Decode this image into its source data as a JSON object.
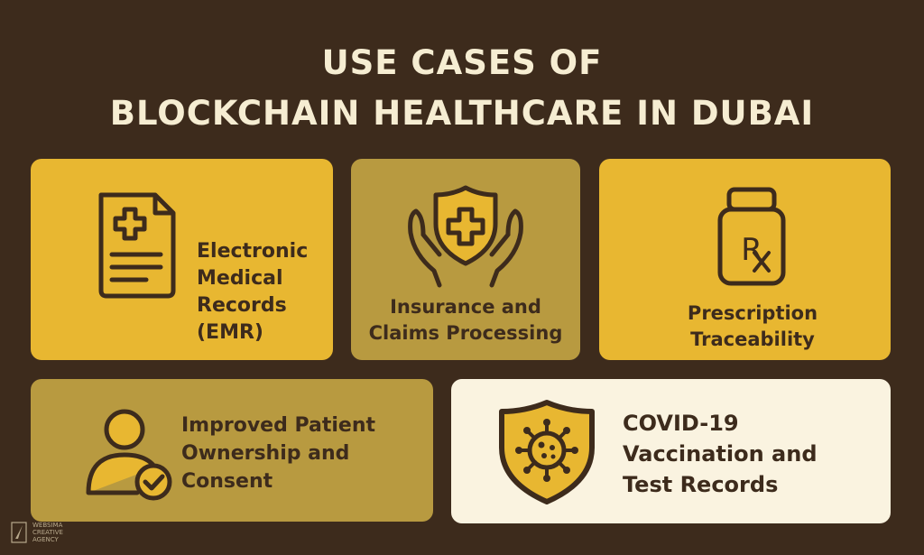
{
  "title": {
    "line1": "USE CASES OF",
    "line2": "BLOCKCHAIN HEALTHCARE IN DUBAI"
  },
  "cards": [
    {
      "lines": [
        "Electronic",
        "Medical",
        "Records",
        "(EMR)"
      ],
      "icon": "medical-record-icon"
    },
    {
      "lines": [
        "Insurance and",
        "Claims Processing"
      ],
      "icon": "shield-hands-icon"
    },
    {
      "lines": [
        "Prescription",
        "Traceability"
      ],
      "icon": "prescription-bottle-icon"
    },
    {
      "lines": [
        "Improved Patient",
        "Ownership and",
        "Consent"
      ],
      "icon": "patient-consent-icon"
    },
    {
      "lines": [
        "COVID-19",
        "Vaccination and",
        "Test Records"
      ],
      "icon": "virus-shield-icon"
    }
  ],
  "logo": {
    "name": "WEBSIMA",
    "tagline1": "CREATIVE",
    "tagline2": "AGENCY"
  },
  "colors": {
    "background": "#3d2b1c",
    "yellow": "#e8b731",
    "olive": "#b89a40",
    "cream": "#faf3e0",
    "text_dark": "#3d2b1c",
    "title_text": "#f6edd2"
  }
}
